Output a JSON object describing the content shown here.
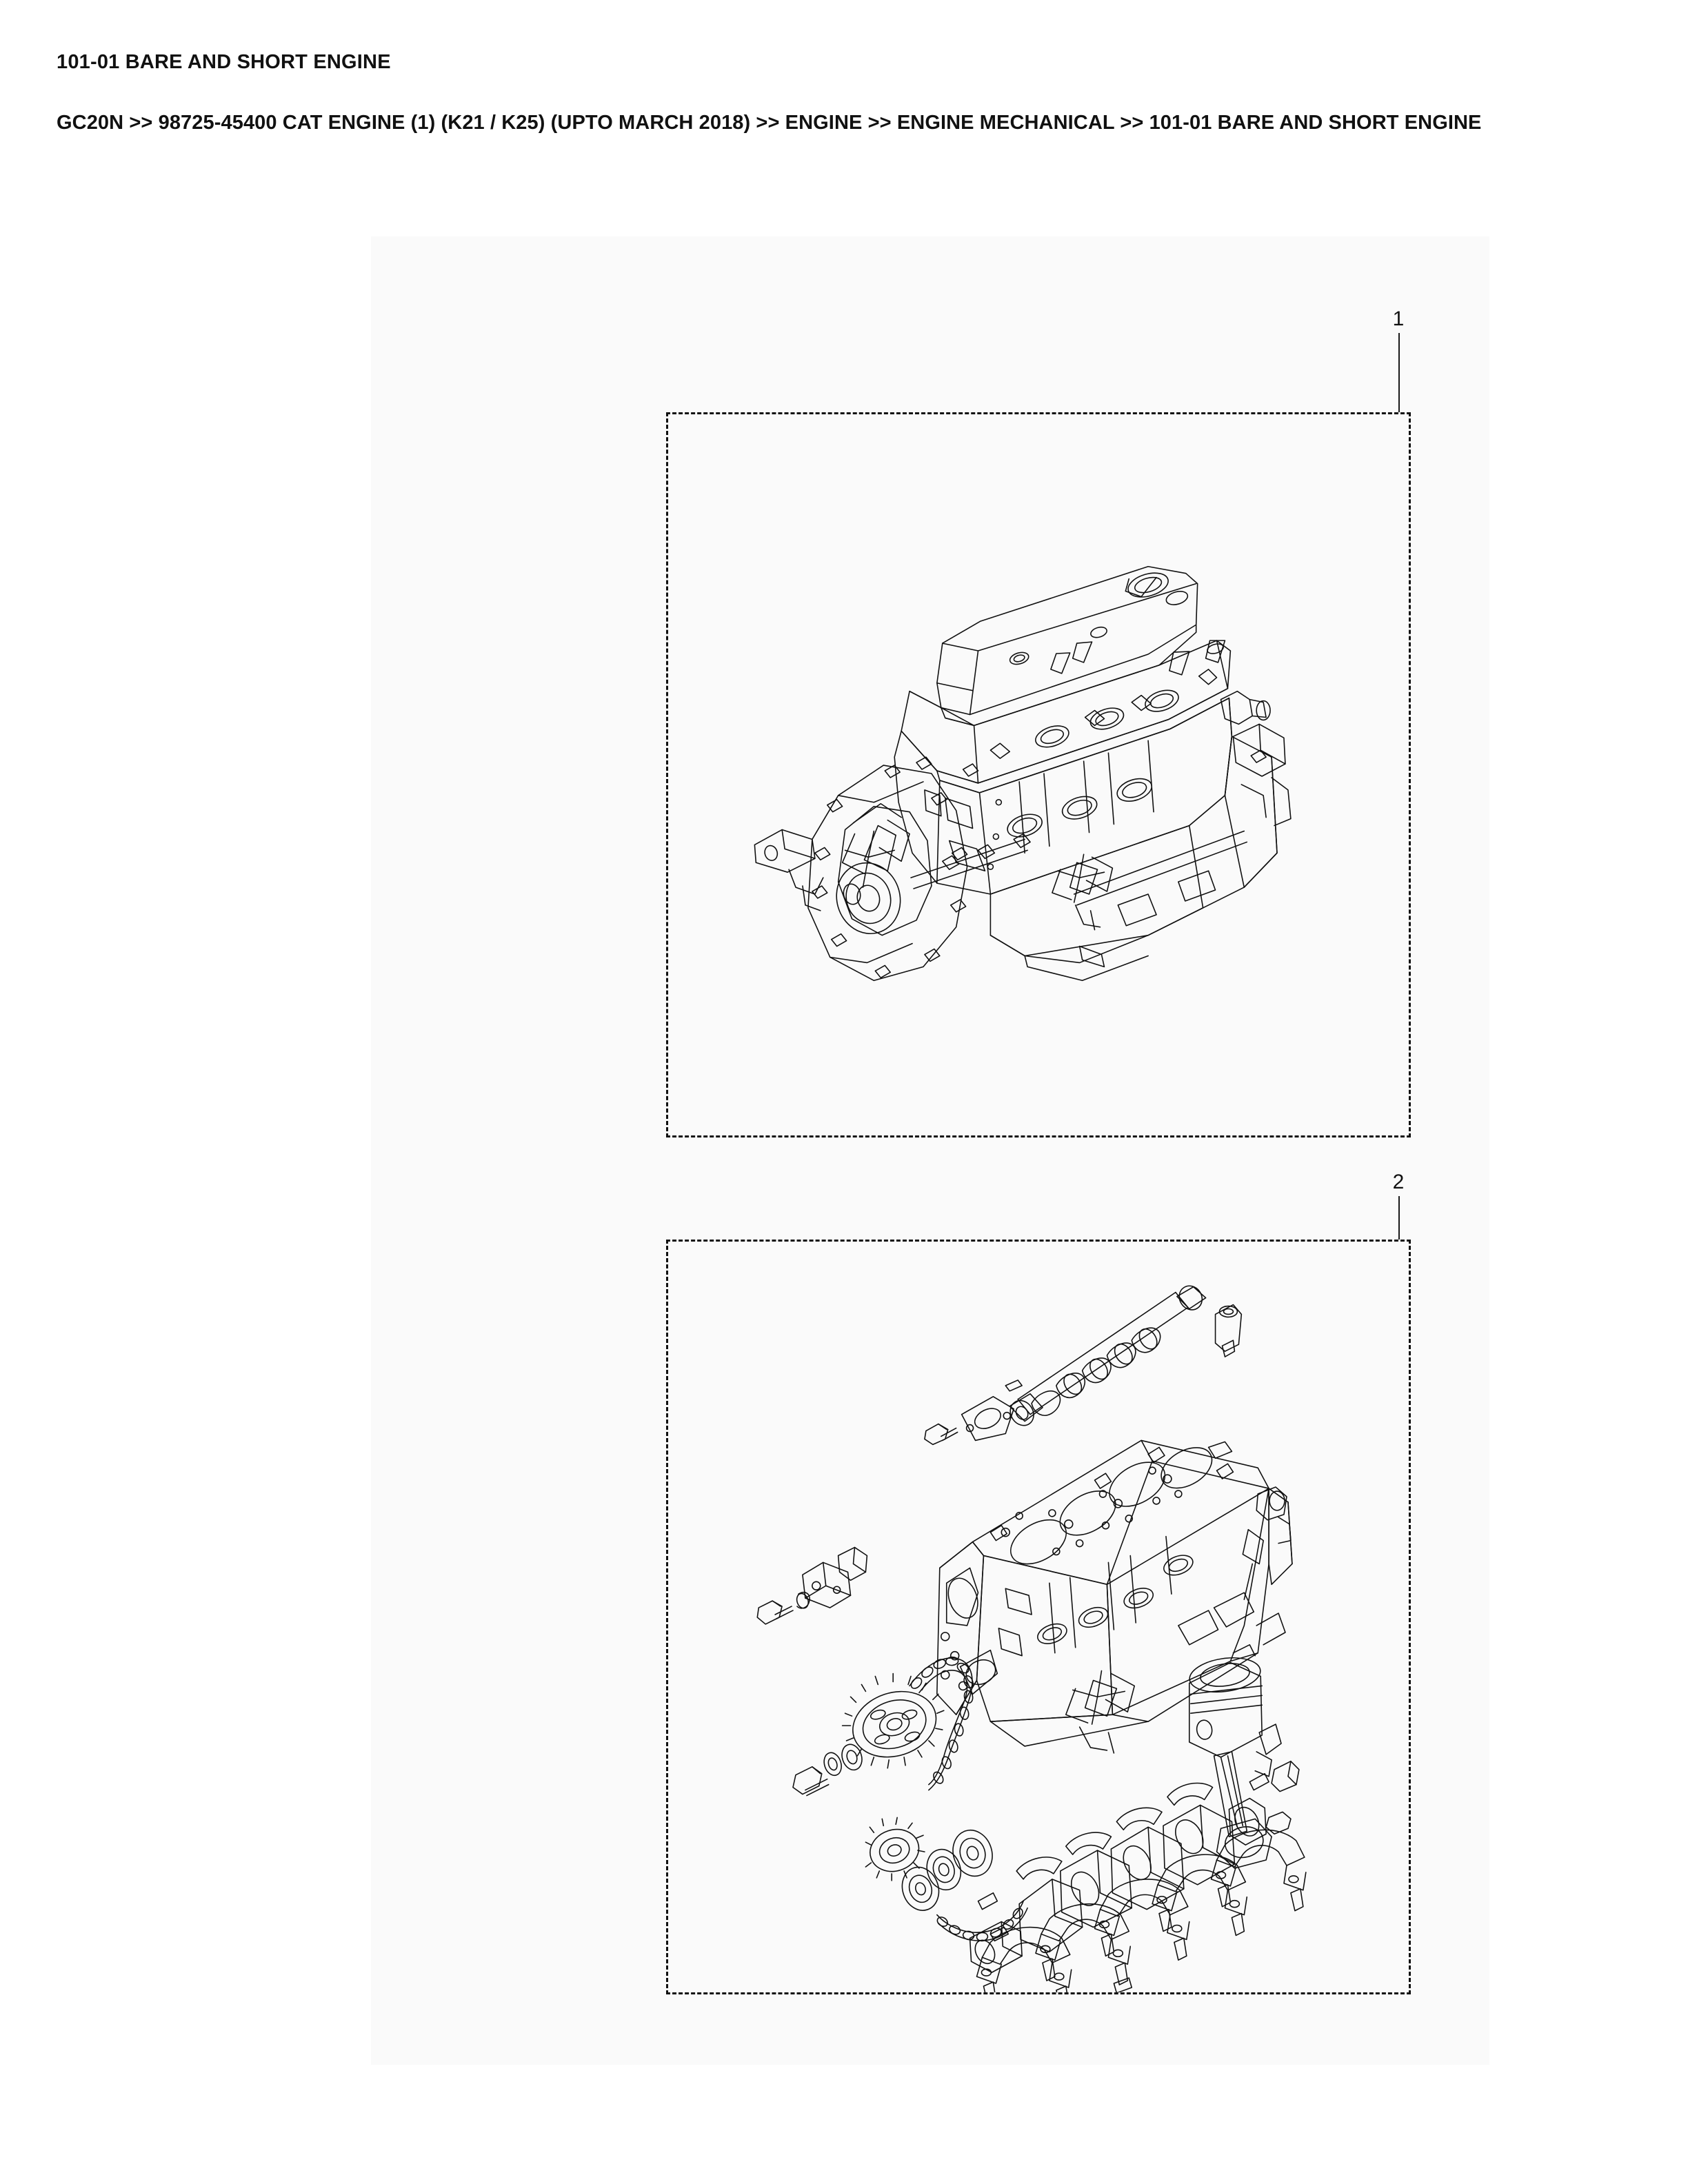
{
  "page": {
    "title": "101-01 BARE AND SHORT ENGINE",
    "breadcrumb": "GC20N >> 98725-45400 CAT ENGINE (1) (K21 / K25) (UPTO MARCH 2018) >> ENGINE >> ENGINE MECHANICAL >> 101-01 BARE AND SHORT ENGINE",
    "background_color": "#ffffff",
    "canvas_color": "#fafafa",
    "line_color": "#111111"
  },
  "figures": [
    {
      "callout": "1",
      "name": "bare-engine-assembly",
      "description": "Bare engine assembly - complete long block with valve cover, cylinder head, cylinder block, oil pan and timing chain cover"
    },
    {
      "callout": "2",
      "name": "short-engine-assembly",
      "description": "Short engine exploded view - camshaft, cylinder block, timing chain and sprockets, piston with connecting rod, crankshaft with main bearing caps and bolts"
    }
  ]
}
